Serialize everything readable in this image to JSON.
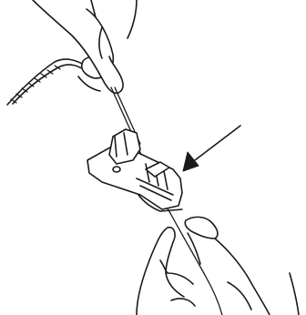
{
  "illustration": {
    "colors": {
      "line": "#1a1a1a",
      "background": "#ffffff"
    },
    "parts": [
      "upper-hand",
      "thread-tail",
      "sewing-thread",
      "presser-foot",
      "pointer-arrow",
      "lower-hand"
    ]
  }
}
